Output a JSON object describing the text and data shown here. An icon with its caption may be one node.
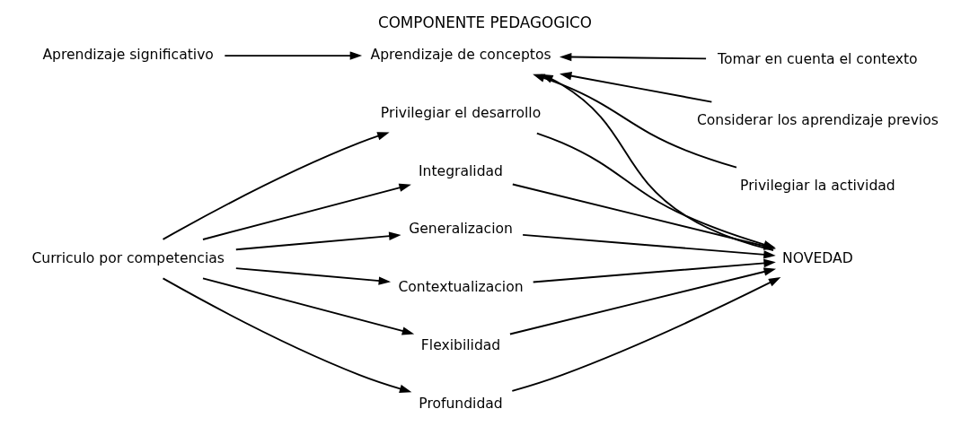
{
  "diagram": {
    "title": "COMPONENTE PEDAGOGICO",
    "nodes": [
      {
        "text": [
          "Aprendizaje significativo"
        ]
      },
      {
        "text": [
          "Aprendizaje de conceptos"
        ]
      },
      {
        "text": [
          "Tomar en cuenta el contexto"
        ]
      },
      {
        "text": [
          "Considerar los aprendizaje previos"
        ]
      },
      {
        "text": [
          "Privilegiar la actividad"
        ]
      },
      {
        "text": [
          "Curriculo por competencias"
        ]
      },
      {
        "text": [
          "Privilegiar el desarrollo"
        ]
      },
      {
        "text": [
          "Integralidad"
        ]
      },
      {
        "text": [
          "Generalizacion"
        ]
      },
      {
        "text": [
          "Contextualizacion"
        ]
      },
      {
        "text": [
          "Flexibilidad"
        ]
      },
      {
        "text": [
          "Profundidad"
        ]
      },
      {
        "text": [
          "NOVEDAD"
        ]
      }
    ],
    "edges": [
      {
        "from": 0,
        "to": 1,
        "arrow": "to"
      },
      {
        "from": 2,
        "to": 1,
        "arrow": "to"
      },
      {
        "from": 3,
        "to": 1,
        "arrow": "to"
      },
      {
        "from": 4,
        "to": 1,
        "arrow": "to"
      },
      {
        "from": 5,
        "to": 6,
        "arrow": "to"
      },
      {
        "from": 5,
        "to": 7,
        "arrow": "to"
      },
      {
        "from": 5,
        "to": 8,
        "arrow": "to"
      },
      {
        "from": 5,
        "to": 9,
        "arrow": "to"
      },
      {
        "from": 5,
        "to": 10,
        "arrow": "to"
      },
      {
        "from": 5,
        "to": 11,
        "arrow": "to"
      },
      {
        "from": 6,
        "to": 12,
        "arrow": "to"
      },
      {
        "from": 7,
        "to": 12,
        "arrow": "to"
      },
      {
        "from": 8,
        "to": 12,
        "arrow": "to"
      },
      {
        "from": 9,
        "to": 12,
        "arrow": "to"
      },
      {
        "from": 10,
        "to": 12,
        "arrow": "to"
      },
      {
        "from": 11,
        "to": 12,
        "arrow": "to"
      },
      {
        "from": 12,
        "to": 1,
        "arrow": "to"
      }
    ]
  }
}
